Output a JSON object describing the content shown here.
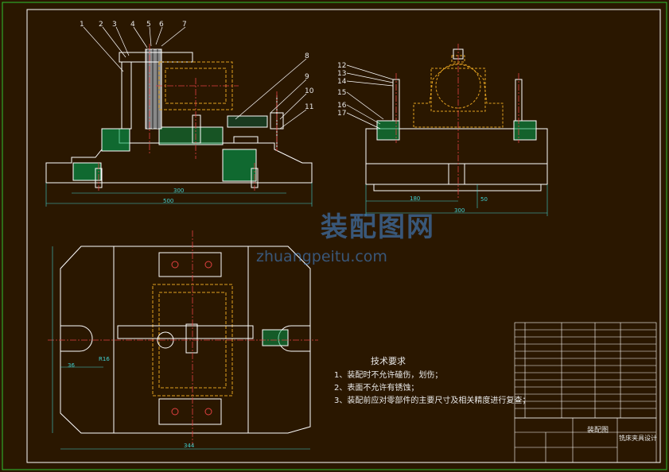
{
  "watermark": {
    "cn": "装配图网",
    "url": "zhuangpeitu.com"
  },
  "callouts": [
    "1",
    "2",
    "3",
    "4",
    "5",
    "6",
    "7",
    "8",
    "9",
    "10",
    "11",
    "12",
    "13",
    "14",
    "15",
    "16",
    "17"
  ],
  "dimensions": {
    "front_width_inner": "300",
    "front_width_total": "500",
    "side_left": "180",
    "side_total": "300",
    "side_height": "50",
    "plan_width": "344",
    "plan_slot_x": "R16",
    "plan_slot_y": "36"
  },
  "tech_requirements": {
    "title": "技术要求",
    "items": [
      "1、装配时不允许磕伤，划伤；",
      "2、表面不允许有锈蚀；",
      "3、装配前应对零部件的主要尺寸及相关精度进行复查；"
    ]
  },
  "title_block": {
    "drawing_name": "装配图",
    "project": "铣床夹具设计"
  },
  "colors": {
    "background": "#2a1700",
    "outline": "#ffffff",
    "hatch": "#00c060",
    "hidden": "#e0a020",
    "centerline": "#e04040",
    "dimension": "#40d0d0",
    "border": "#30c030"
  }
}
